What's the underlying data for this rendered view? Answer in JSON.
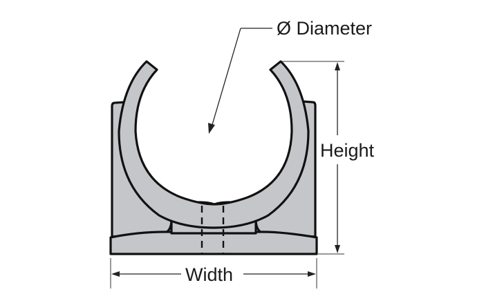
{
  "labels": {
    "diameter": "Ø Diameter",
    "height": "Height",
    "width": "Width"
  },
  "colors": {
    "part_fill": "#c4c6c9",
    "outline": "#111111",
    "background": "#ffffff"
  }
}
